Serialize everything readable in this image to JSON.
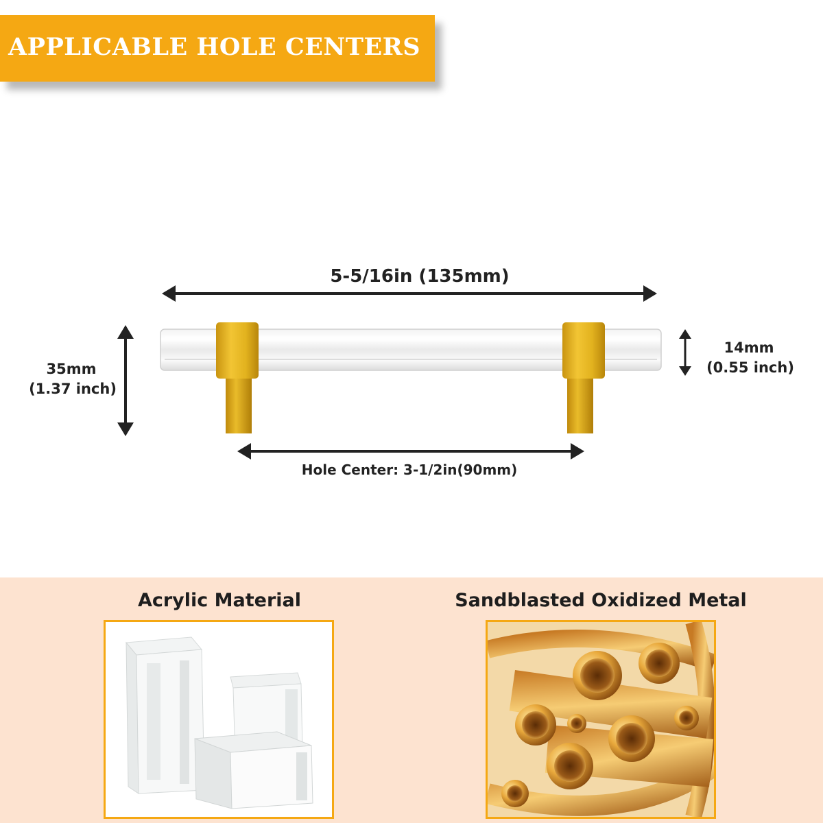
{
  "banner": {
    "title": "APPLICABLE HOLE CENTERS",
    "color": "#f5a813"
  },
  "diagram": {
    "total_length": "5-5/16in (135mm)",
    "height_mm": "35mm",
    "height_inch": "(1.37 inch)",
    "diameter_mm": "14mm",
    "diameter_inch": "(0.55 inch)",
    "hole_center": "Hole Center: 3-1/2in(90mm)",
    "gold_color": "#e2b21e"
  },
  "materials": [
    {
      "title": "Acrylic Material",
      "image": "clear-acrylic-blocks"
    },
    {
      "title": "Sandblasted Oxidized Metal",
      "image": "gold-metal-tubes"
    }
  ],
  "panel_color": "#fde3d0"
}
